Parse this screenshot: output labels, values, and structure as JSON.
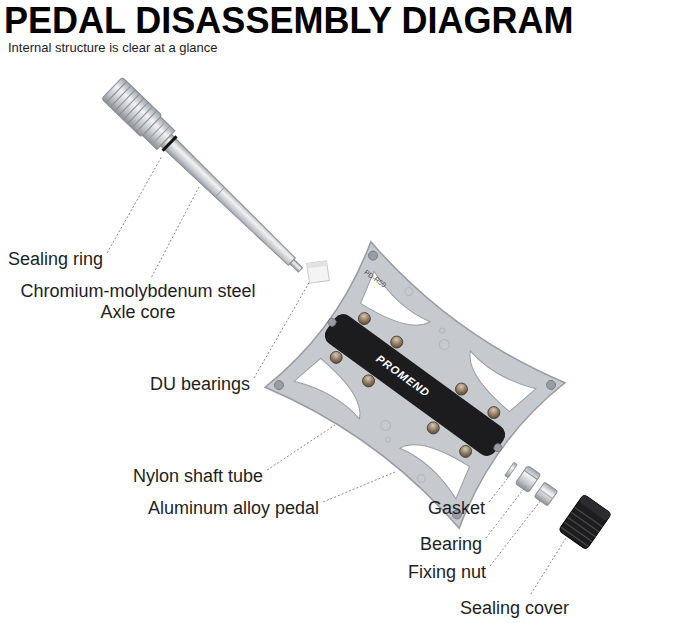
{
  "diagram": {
    "title": "PEDAL DISASSEMBLY DIAGRAM",
    "labels": [
      "Internal structure is clear at a glance",
      "PD-R50",
      "PROMEND",
      "Sealing ring",
      "Chromium-molybdenum steel Axle core",
      "DU bearings",
      "Nylon shaft tube",
      "Aluminum alloy pedal",
      "Gasket",
      "Bearing",
      "Fixing nut",
      "Sealing cover"
    ]
  }
}
